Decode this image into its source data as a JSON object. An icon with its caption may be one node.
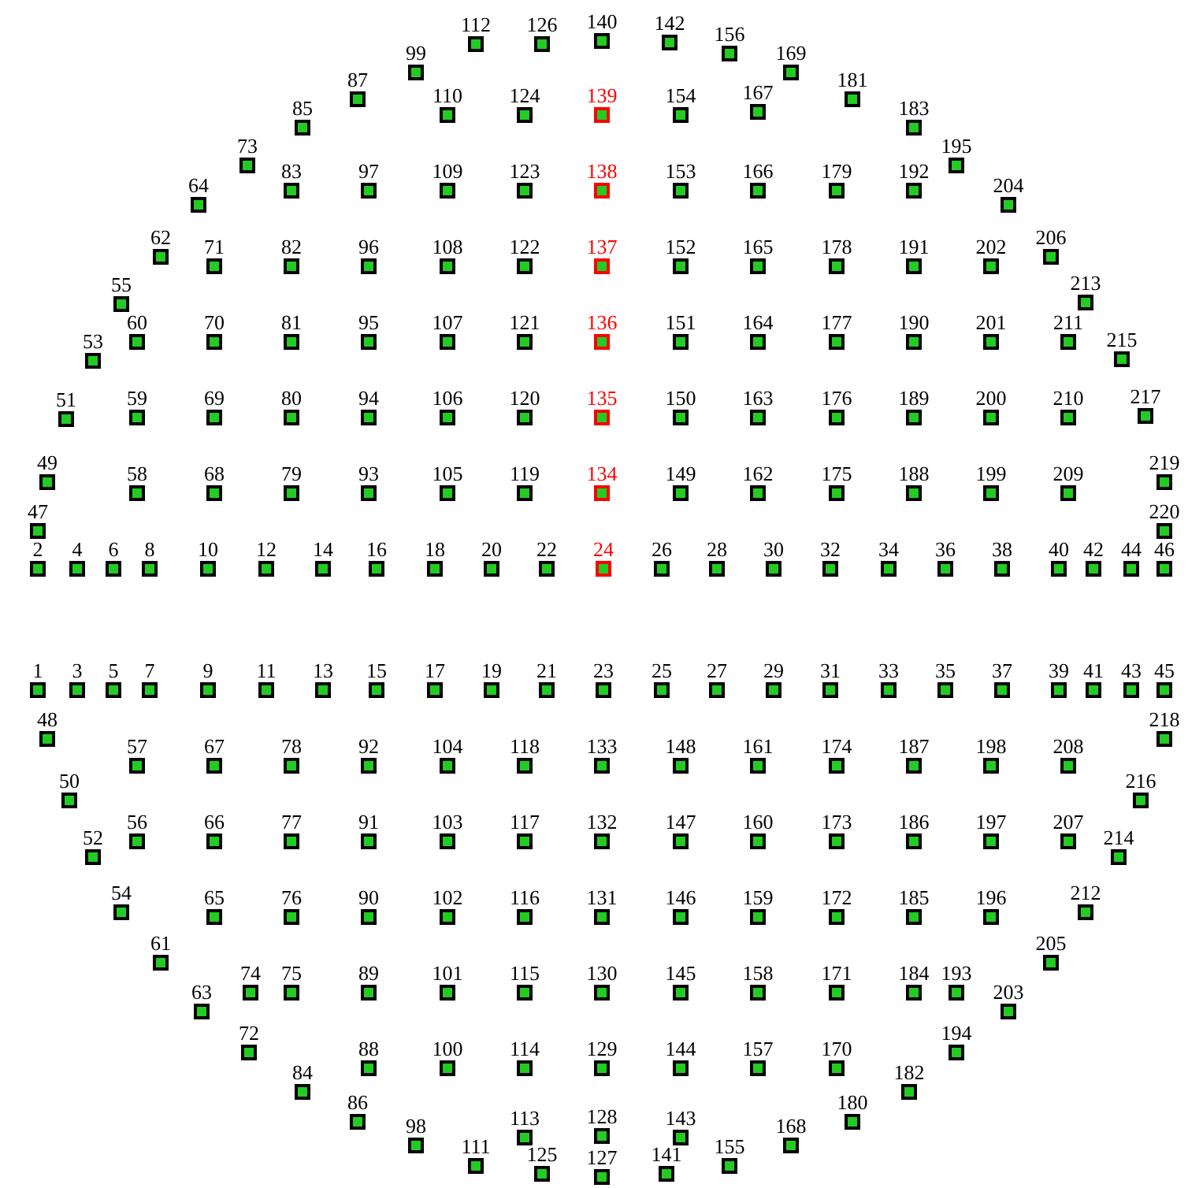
{
  "diagram": {
    "nodes": [
      {
        "text": [
          "1"
        ]
      },
      {
        "text": [
          "2"
        ]
      },
      {
        "text": [
          "3"
        ]
      },
      {
        "text": [
          "4"
        ]
      },
      {
        "text": [
          "5"
        ]
      },
      {
        "text": [
          "6"
        ]
      },
      {
        "text": [
          "7"
        ]
      },
      {
        "text": [
          "8"
        ]
      },
      {
        "text": [
          "9"
        ]
      },
      {
        "text": [
          "10"
        ]
      },
      {
        "text": [
          "11"
        ]
      },
      {
        "text": [
          "12"
        ]
      },
      {
        "text": [
          "13"
        ]
      },
      {
        "text": [
          "14"
        ]
      },
      {
        "text": [
          "15"
        ]
      },
      {
        "text": [
          "16"
        ]
      },
      {
        "text": [
          "17"
        ]
      },
      {
        "text": [
          "18"
        ]
      },
      {
        "text": [
          "19"
        ]
      },
      {
        "text": [
          "20"
        ]
      },
      {
        "text": [
          "21"
        ]
      },
      {
        "text": [
          "22"
        ]
      },
      {
        "text": [
          "23"
        ]
      },
      {
        "text": [
          "24"
        ]
      },
      {
        "text": [
          "25"
        ]
      },
      {
        "text": [
          "26"
        ]
      },
      {
        "text": [
          "27"
        ]
      },
      {
        "text": [
          "28"
        ]
      },
      {
        "text": [
          "29"
        ]
      },
      {
        "text": [
          "30"
        ]
      },
      {
        "text": [
          "31"
        ]
      },
      {
        "text": [
          "32"
        ]
      },
      {
        "text": [
          "33"
        ]
      },
      {
        "text": [
          "34"
        ]
      },
      {
        "text": [
          "35"
        ]
      },
      {
        "text": [
          "36"
        ]
      },
      {
        "text": [
          "37"
        ]
      },
      {
        "text": [
          "38"
        ]
      },
      {
        "text": [
          "39"
        ]
      },
      {
        "text": [
          "40"
        ]
      },
      {
        "text": [
          "41"
        ]
      },
      {
        "text": [
          "42"
        ]
      },
      {
        "text": [
          "43"
        ]
      },
      {
        "text": [
          "44"
        ]
      },
      {
        "text": [
          "45"
        ]
      },
      {
        "text": [
          "46"
        ]
      },
      {
        "text": [
          "47"
        ]
      },
      {
        "text": [
          "48"
        ]
      },
      {
        "text": [
          "49"
        ]
      },
      {
        "text": [
          "50"
        ]
      },
      {
        "text": [
          "51"
        ]
      },
      {
        "text": [
          "52"
        ]
      },
      {
        "text": [
          "53"
        ]
      },
      {
        "text": [
          "54"
        ]
      },
      {
        "text": [
          "55"
        ]
      },
      {
        "text": [
          "56"
        ]
      },
      {
        "text": [
          "57"
        ]
      },
      {
        "text": [
          "58"
        ]
      },
      {
        "text": [
          "59"
        ]
      },
      {
        "text": [
          "60"
        ]
      },
      {
        "text": [
          "61"
        ]
      },
      {
        "text": [
          "62"
        ]
      },
      {
        "text": [
          "63"
        ]
      },
      {
        "text": [
          "64"
        ]
      },
      {
        "text": [
          "65"
        ]
      },
      {
        "text": [
          "66"
        ]
      },
      {
        "text": [
          "67"
        ]
      },
      {
        "text": [
          "68"
        ]
      },
      {
        "text": [
          "69"
        ]
      },
      {
        "text": [
          "70"
        ]
      },
      {
        "text": [
          "71"
        ]
      },
      {
        "text": [
          "72"
        ]
      },
      {
        "text": [
          "73"
        ]
      },
      {
        "text": [
          "74"
        ]
      },
      {
        "text": [
          "75"
        ]
      },
      {
        "text": [
          "76"
        ]
      },
      {
        "text": [
          "77"
        ]
      },
      {
        "text": [
          "78"
        ]
      },
      {
        "text": [
          "79"
        ]
      },
      {
        "text": [
          "80"
        ]
      },
      {
        "text": [
          "81"
        ]
      },
      {
        "text": [
          "82"
        ]
      },
      {
        "text": [
          "83"
        ]
      },
      {
        "text": [
          "84"
        ]
      },
      {
        "text": [
          "85"
        ]
      },
      {
        "text": [
          "86"
        ]
      },
      {
        "text": [
          "87"
        ]
      },
      {
        "text": [
          "88"
        ]
      },
      {
        "text": [
          "89"
        ]
      },
      {
        "text": [
          "90"
        ]
      },
      {
        "text": [
          "91"
        ]
      },
      {
        "text": [
          "92"
        ]
      },
      {
        "text": [
          "93"
        ]
      },
      {
        "text": [
          "94"
        ]
      },
      {
        "text": [
          "95"
        ]
      },
      {
        "text": [
          "96"
        ]
      },
      {
        "text": [
          "97"
        ]
      },
      {
        "text": [
          "98"
        ]
      },
      {
        "text": [
          "99"
        ]
      },
      {
        "text": [
          "100"
        ]
      },
      {
        "text": [
          "101"
        ]
      },
      {
        "text": [
          "102"
        ]
      },
      {
        "text": [
          "103"
        ]
      },
      {
        "text": [
          "104"
        ]
      },
      {
        "text": [
          "105"
        ]
      },
      {
        "text": [
          "106"
        ]
      },
      {
        "text": [
          "107"
        ]
      },
      {
        "text": [
          "108"
        ]
      },
      {
        "text": [
          "109"
        ]
      },
      {
        "text": [
          "110"
        ]
      },
      {
        "text": [
          "111"
        ]
      },
      {
        "text": [
          "112"
        ]
      },
      {
        "text": [
          "113"
        ]
      },
      {
        "text": [
          "114"
        ]
      },
      {
        "text": [
          "115"
        ]
      },
      {
        "text": [
          "116"
        ]
      },
      {
        "text": [
          "117"
        ]
      },
      {
        "text": [
          "118"
        ]
      },
      {
        "text": [
          "119"
        ]
      },
      {
        "text": [
          "120"
        ]
      },
      {
        "text": [
          "121"
        ]
      },
      {
        "text": [
          "122"
        ]
      },
      {
        "text": [
          "123"
        ]
      },
      {
        "text": [
          "124"
        ]
      },
      {
        "text": [
          "125"
        ]
      },
      {
        "text": [
          "126"
        ]
      },
      {
        "text": [
          "127"
        ]
      },
      {
        "text": [
          "128"
        ]
      },
      {
        "text": [
          "129"
        ]
      },
      {
        "text": [
          "130"
        ]
      },
      {
        "text": [
          "131"
        ]
      },
      {
        "text": [
          "132"
        ]
      },
      {
        "text": [
          "133"
        ]
      },
      {
        "text": [
          "134"
        ]
      },
      {
        "text": [
          "135"
        ]
      },
      {
        "text": [
          "136"
        ]
      },
      {
        "text": [
          "137"
        ]
      },
      {
        "text": [
          "138"
        ]
      },
      {
        "text": [
          "139"
        ]
      },
      {
        "text": [
          "140"
        ]
      },
      {
        "text": [
          "141"
        ]
      },
      {
        "text": [
          "142"
        ]
      },
      {
        "text": [
          "143"
        ]
      },
      {
        "text": [
          "144"
        ]
      },
      {
        "text": [
          "145"
        ]
      },
      {
        "text": [
          "146"
        ]
      },
      {
        "text": [
          "147"
        ]
      },
      {
        "text": [
          "148"
        ]
      },
      {
        "text": [
          "149"
        ]
      },
      {
        "text": [
          "150"
        ]
      },
      {
        "text": [
          "151"
        ]
      },
      {
        "text": [
          "152"
        ]
      },
      {
        "text": [
          "153"
        ]
      },
      {
        "text": [
          "154"
        ]
      },
      {
        "text": [
          "155"
        ]
      },
      {
        "text": [
          "156"
        ]
      },
      {
        "text": [
          "157"
        ]
      },
      {
        "text": [
          "158"
        ]
      },
      {
        "text": [
          "159"
        ]
      },
      {
        "text": [
          "160"
        ]
      },
      {
        "text": [
          "161"
        ]
      },
      {
        "text": [
          "162"
        ]
      },
      {
        "text": [
          "163"
        ]
      },
      {
        "text": [
          "164"
        ]
      },
      {
        "text": [
          "165"
        ]
      },
      {
        "text": [
          "166"
        ]
      },
      {
        "text": [
          "167"
        ]
      },
      {
        "text": [
          "168"
        ]
      },
      {
        "text": [
          "169"
        ]
      },
      {
        "text": [
          "170"
        ]
      },
      {
        "text": [
          "171"
        ]
      },
      {
        "text": [
          "172"
        ]
      },
      {
        "text": [
          "173"
        ]
      },
      {
        "text": [
          "174"
        ]
      },
      {
        "text": [
          "175"
        ]
      },
      {
        "text": [
          "176"
        ]
      },
      {
        "text": [
          "177"
        ]
      },
      {
        "text": [
          "178"
        ]
      },
      {
        "text": [
          "179"
        ]
      },
      {
        "text": [
          "180"
        ]
      },
      {
        "text": [
          "181"
        ]
      },
      {
        "text": [
          "182"
        ]
      },
      {
        "text": [
          "183"
        ]
      },
      {
        "text": [
          "184"
        ]
      },
      {
        "text": [
          "185"
        ]
      },
      {
        "text": [
          "186"
        ]
      },
      {
        "text": [
          "187"
        ]
      },
      {
        "text": [
          "188"
        ]
      },
      {
        "text": [
          "189"
        ]
      },
      {
        "text": [
          "190"
        ]
      },
      {
        "text": [
          "191"
        ]
      },
      {
        "text": [
          "192"
        ]
      },
      {
        "text": [
          "193"
        ]
      },
      {
        "text": [
          "194"
        ]
      },
      {
        "text": [
          "195"
        ]
      },
      {
        "text": [
          "196"
        ]
      },
      {
        "text": [
          "197"
        ]
      },
      {
        "text": [
          "198"
        ]
      },
      {
        "text": [
          "199"
        ]
      },
      {
        "text": [
          "200"
        ]
      },
      {
        "text": [
          "201"
        ]
      },
      {
        "text": [
          "202"
        ]
      },
      {
        "text": [
          "203"
        ]
      },
      {
        "text": [
          "204"
        ]
      },
      {
        "text": [
          "205"
        ]
      },
      {
        "text": [
          "206"
        ]
      },
      {
        "text": [
          "207"
        ]
      },
      {
        "text": [
          "208"
        ]
      },
      {
        "text": [
          "209"
        ]
      },
      {
        "text": [
          "210"
        ]
      },
      {
        "text": [
          "211"
        ]
      },
      {
        "text": [
          "212"
        ]
      },
      {
        "text": [
          "213"
        ]
      },
      {
        "text": [
          "214"
        ]
      },
      {
        "text": [
          "215"
        ]
      },
      {
        "text": [
          "216"
        ]
      },
      {
        "text": [
          "217"
        ]
      },
      {
        "text": [
          "218"
        ]
      },
      {
        "text": [
          "219"
        ]
      },
      {
        "text": [
          "220"
        ]
      }
    ]
  }
}
